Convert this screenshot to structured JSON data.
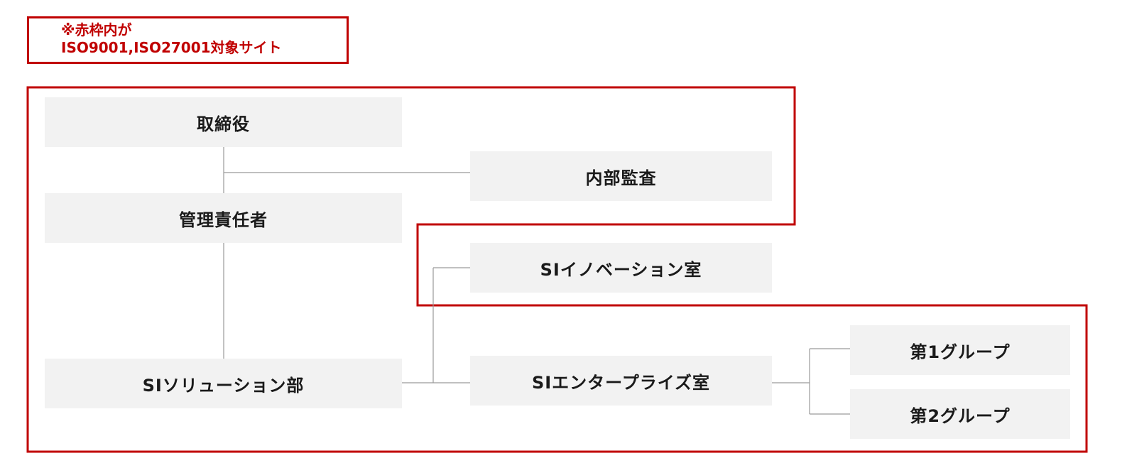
{
  "note": {
    "line1": "※赤枠内が",
    "line2": "ISO9001,ISO27001対象サイト"
  },
  "nodes": {
    "director": "取締役",
    "internal_audit": "内部監査",
    "management_rep": "管理責任者",
    "si_innovation": "SIイノベーション室",
    "si_solution": "SIソリューション部",
    "si_enterprise": "SIエンタープライズ室",
    "group1": "第1グループ",
    "group2": "第2グループ"
  },
  "colors": {
    "scope_border": "#c00000",
    "box_fill": "#f2f2f2",
    "connector": "#9a9a9a"
  }
}
